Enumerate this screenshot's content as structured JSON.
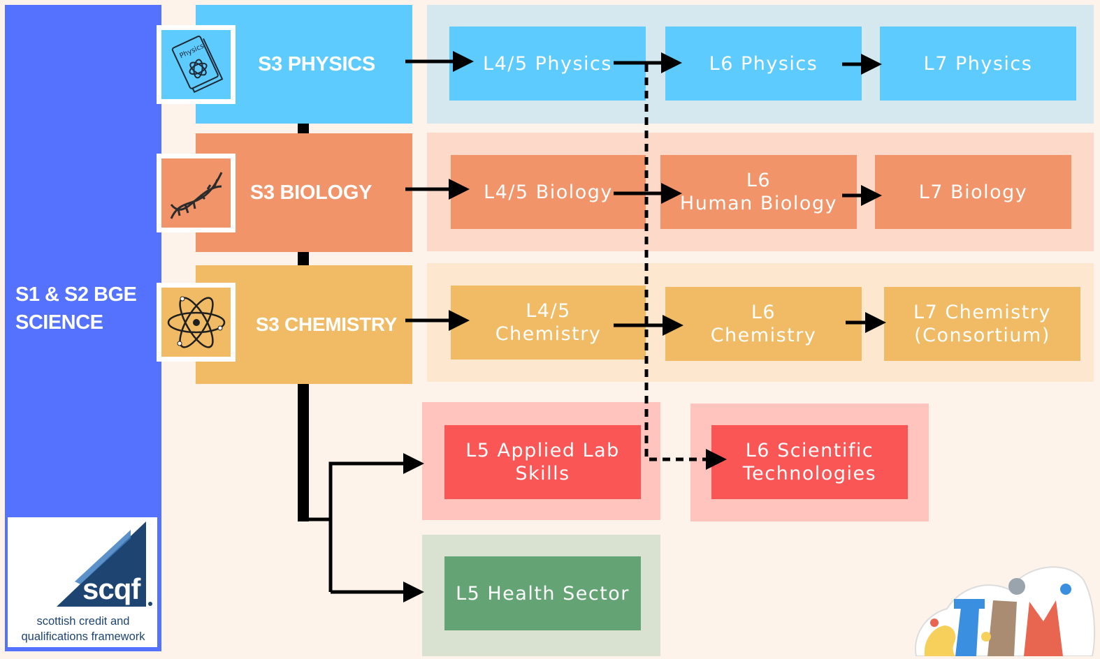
{
  "title": "S1 & S2 BGE\nSCIENCE",
  "logo": {
    "word": "scqf",
    "tagline": "scottish credit and\nqualifications framework"
  },
  "icons": {
    "physics": "physics-book-icon",
    "biology": "dna-icon",
    "chemistry": "atom-icon",
    "stem": "stem-sticker-icon"
  },
  "icon_text": {
    "physics_book": "Physics"
  },
  "s3": {
    "physics": "S3 PHYSICS",
    "biology": "S3 BIOLOGY",
    "chemistry": "S3 CHEMISTRY"
  },
  "physics": {
    "l45": "L4/5 Physics",
    "l6": "L6 Physics",
    "l7": "L7 Physics"
  },
  "biology": {
    "l45": "L4/5 Biology",
    "l6": "L6\nHuman Biology",
    "l7": "L7 Biology"
  },
  "chemistry": {
    "l45": "L4/5\nChemistry",
    "l6": "L6\nChemistry",
    "l7": "L7 Chemistry\n(Consortium)"
  },
  "applied": {
    "l5": "L5 Applied Lab\nSkills",
    "l6": "L6 Scientific\nTechnologies"
  },
  "health": {
    "l5": "L5 Health Sector"
  },
  "colors": {
    "blue": "#5572ff",
    "physics": "#5ecbff",
    "physics_bg": "#d6e8ef",
    "biology": "#f29469",
    "biology_bg": "#fdd9c9",
    "chemistry": "#f0bb64",
    "chemistry_bg": "#fde7cf",
    "applied": "#fb5656",
    "applied_bg": "#fec4bd",
    "health": "#64a373",
    "health_bg": "#d9e1d0",
    "background": "#fef3ea"
  }
}
